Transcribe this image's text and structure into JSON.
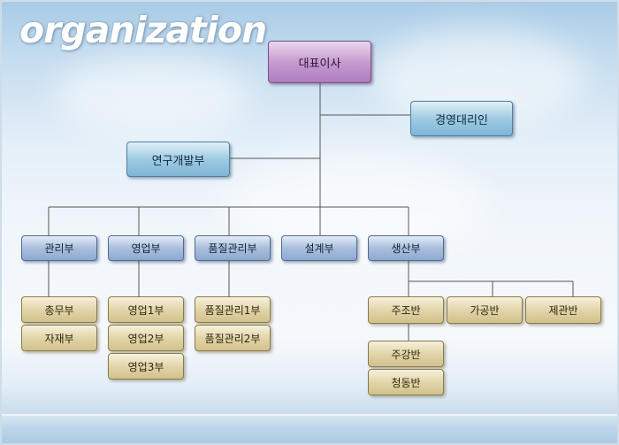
{
  "title": "organization",
  "ceo": "대표이사",
  "adviser": "경영대리인",
  "rnd": "연구개발부",
  "departments": [
    {
      "name": "관리부",
      "teams": [
        "총무부",
        "자재부"
      ]
    },
    {
      "name": "영업부",
      "teams": [
        "영업1부",
        "영업2부",
        "영업3부"
      ]
    },
    {
      "name": "품질관리부",
      "teams": [
        "품질관리1부",
        "품질관리2부"
      ]
    },
    {
      "name": "설계부",
      "teams": []
    },
    {
      "name": "생산부",
      "teams": [
        "주조반",
        "가공반",
        "제관반"
      ]
    }
  ],
  "subteams": [
    "주강반",
    "청동반"
  ],
  "colors": {
    "executive": "#c79bd0",
    "staff": "#9fcbe3",
    "department": "#a9bfdc",
    "team": "#e2d5a9",
    "line": "#555555"
  }
}
